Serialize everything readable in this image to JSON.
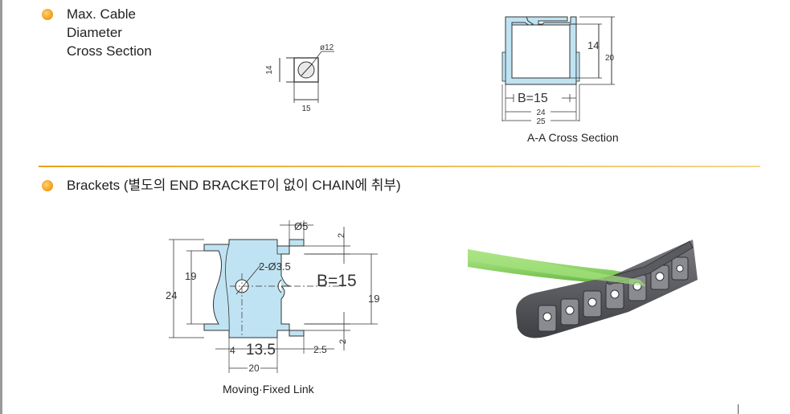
{
  "sections": {
    "cable": {
      "title_lines": [
        "Max. Cable",
        "Diameter",
        "Cross Section"
      ],
      "diameter_label": "ø12",
      "height_label": "14",
      "width_label": "15"
    },
    "aa": {
      "inner_height": "14",
      "outer_height": "20",
      "b_label": "B=15",
      "inner_width": "24",
      "outer_width": "25",
      "caption": "A-A Cross Section"
    },
    "brackets": {
      "title": "Brackets (별도의 END BRACKET이 없이 CHAIN에 취부)",
      "dims": {
        "hole_top": "Ø5",
        "top_gap": "2",
        "holes": "2-Ø3.5",
        "b_label": "B=15",
        "left_inner": "19",
        "left_outer": "24",
        "right_inner": "19",
        "bottom_gap": "2",
        "bottom_4": "4",
        "bottom_135": "13.5",
        "bottom_25": "2.5",
        "bottom_20": "20"
      },
      "caption": "Moving·Fixed Link"
    }
  },
  "colors": {
    "accent": "#f5a623",
    "rule": "#e8a21a",
    "part_fill": "#bfe3f2",
    "cable_green": "#8fd46a",
    "chain_dark": "#55565a"
  }
}
